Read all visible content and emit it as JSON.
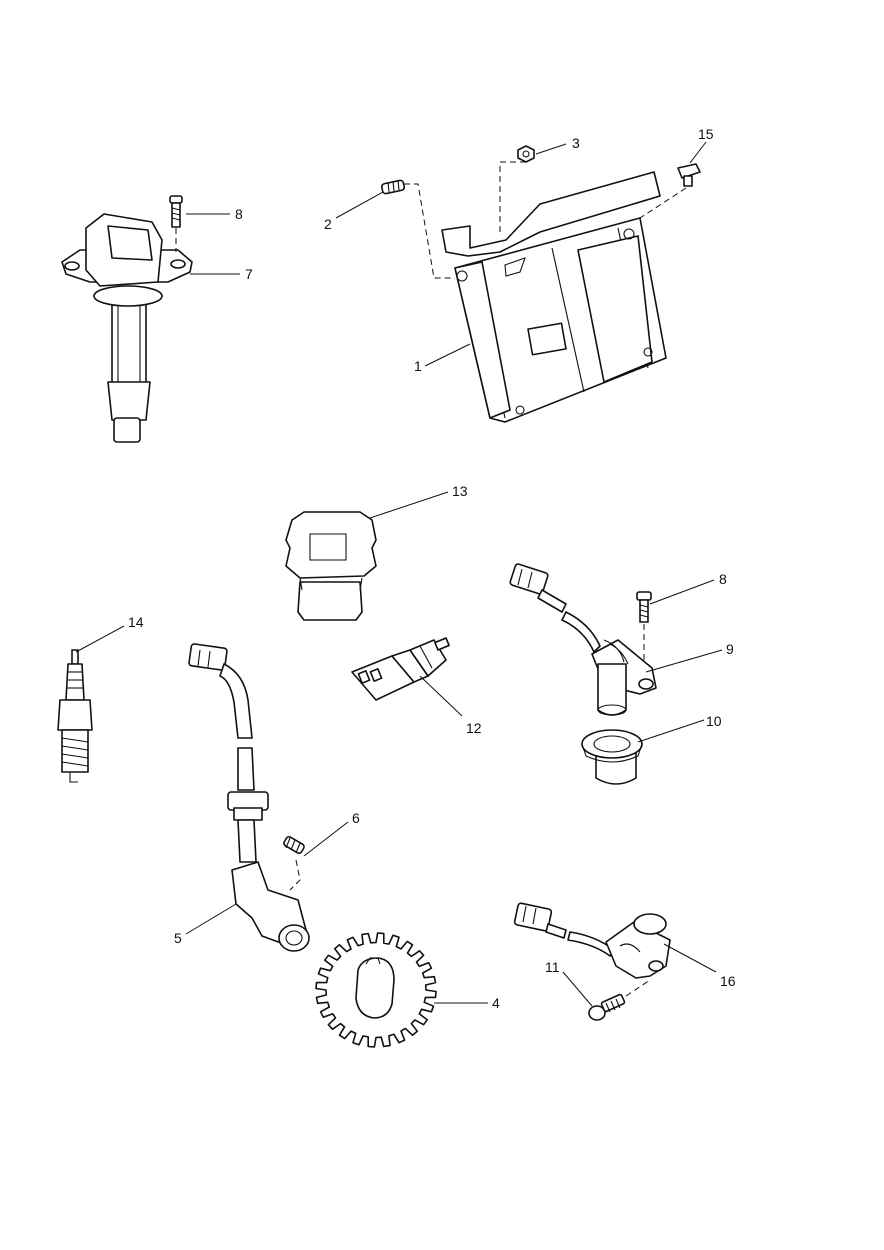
{
  "callouts": {
    "c1": "1",
    "c2": "2",
    "c3": "3",
    "c4": "4",
    "c5": "5",
    "c6": "6",
    "c7": "7",
    "c8a": "8",
    "c8b": "8",
    "c9": "9",
    "c10": "10",
    "c11": "11",
    "c12": "12",
    "c13": "13",
    "c14": "14",
    "c15": "15",
    "c16": "16"
  }
}
